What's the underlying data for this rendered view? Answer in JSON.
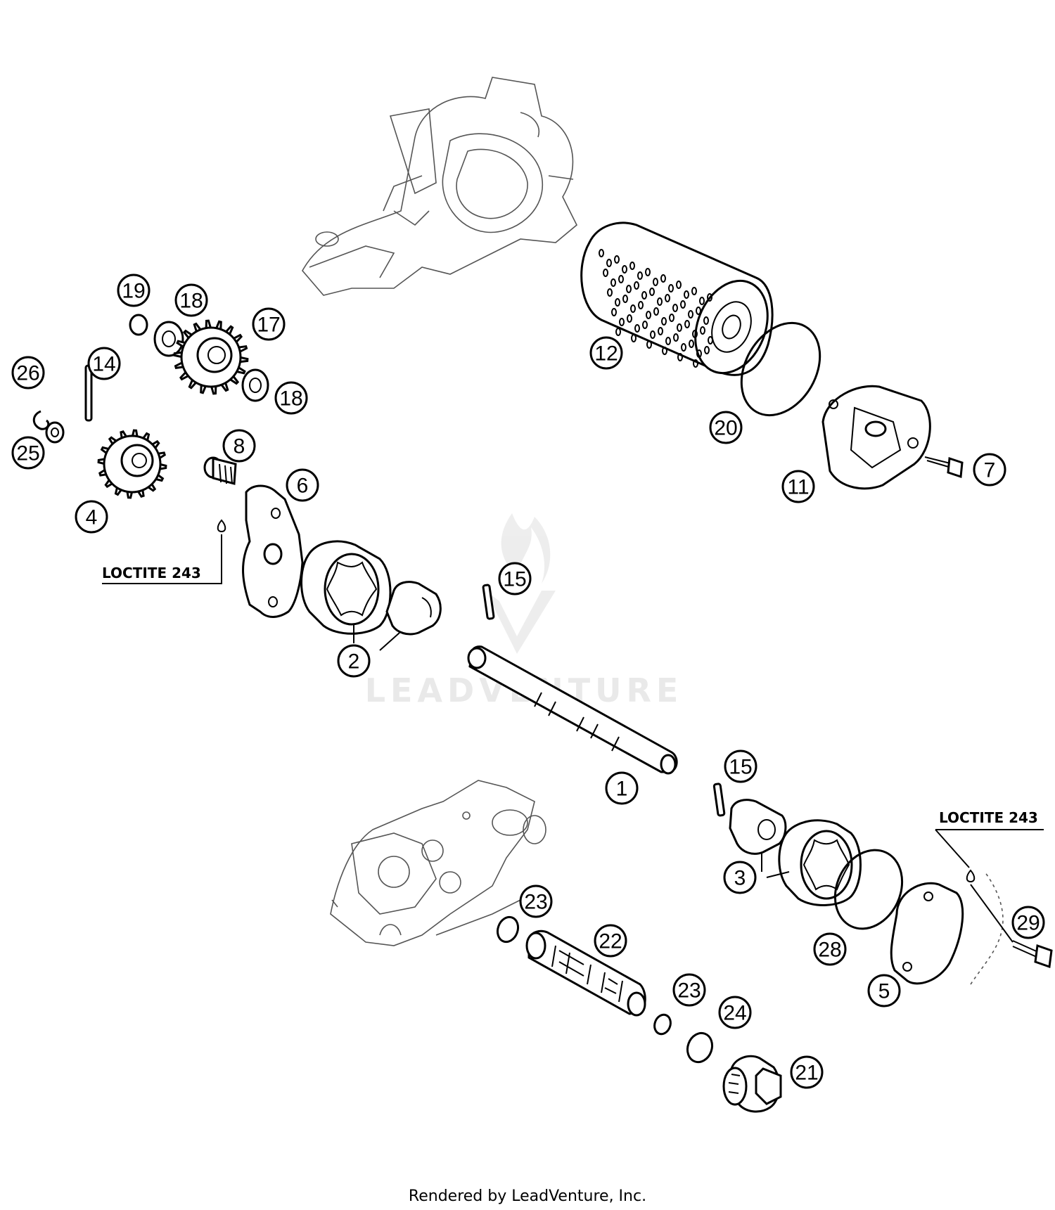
{
  "watermark": {
    "brand": "LEADVENTURE"
  },
  "footer": {
    "text": "Rendered by LeadVenture, Inc."
  },
  "notes": {
    "loctite_left": "LOCTITE 243",
    "loctite_right": "LOCTITE 243"
  },
  "callouts": [
    {
      "id": "c19",
      "label": "19"
    },
    {
      "id": "c18a",
      "label": "18"
    },
    {
      "id": "c17",
      "label": "17"
    },
    {
      "id": "c14",
      "label": "14"
    },
    {
      "id": "c26",
      "label": "26"
    },
    {
      "id": "c25",
      "label": "25"
    },
    {
      "id": "c18b",
      "label": "18"
    },
    {
      "id": "c4",
      "label": "4"
    },
    {
      "id": "c8",
      "label": "8"
    },
    {
      "id": "c6",
      "label": "6"
    },
    {
      "id": "c12",
      "label": "12"
    },
    {
      "id": "c20",
      "label": "20"
    },
    {
      "id": "c11",
      "label": "11"
    },
    {
      "id": "c7",
      "label": "7"
    },
    {
      "id": "c15a",
      "label": "15"
    },
    {
      "id": "c2",
      "label": "2"
    },
    {
      "id": "c1",
      "label": "1"
    },
    {
      "id": "c15b",
      "label": "15"
    },
    {
      "id": "c3",
      "label": "3"
    },
    {
      "id": "c29",
      "label": "29"
    },
    {
      "id": "c23a",
      "label": "23"
    },
    {
      "id": "c22",
      "label": "22"
    },
    {
      "id": "c28",
      "label": "28"
    },
    {
      "id": "c5",
      "label": "5"
    },
    {
      "id": "c23b",
      "label": "23"
    },
    {
      "id": "c24",
      "label": "24"
    },
    {
      "id": "c21",
      "label": "21"
    }
  ]
}
